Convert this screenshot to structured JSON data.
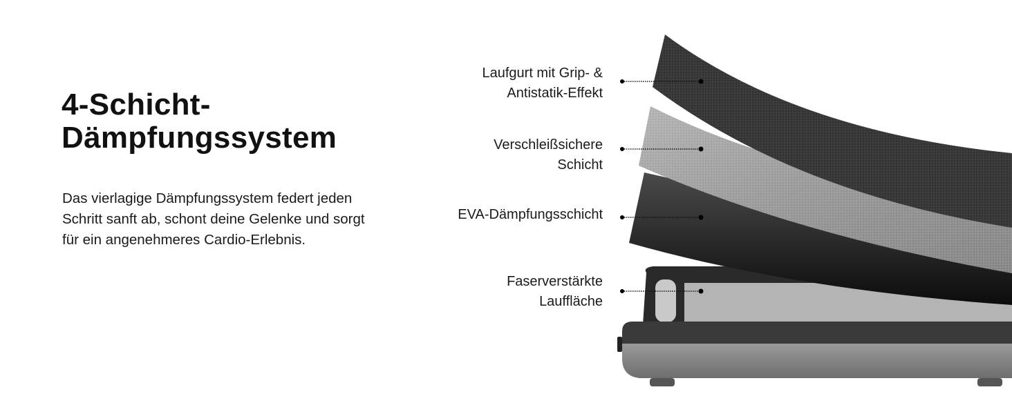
{
  "heading": {
    "line1": "4-Schicht-",
    "line2": "Dämpfungssystem"
  },
  "description": "Das vierlagige Dämpfungssystem federt jeden Schritt sanft ab, schont deine Gelenke und sorgt für ein angenehmeres Cardio-Erlebnis.",
  "layers": [
    {
      "label": "Laufgurt mit Grip- &\nAntistatik-Effekt"
    },
    {
      "label": "Verschleißsichere\nSchicht"
    },
    {
      "label": "EVA-Dämpfungsschicht"
    },
    {
      "label": "Faserverstärkte\nLauffläche"
    }
  ],
  "colors": {
    "layer_dark": "#3a3a3a",
    "layer_light": "#a6a6a6",
    "layer_eva": "#2b2b2b",
    "frame": "#8a8a8a"
  }
}
